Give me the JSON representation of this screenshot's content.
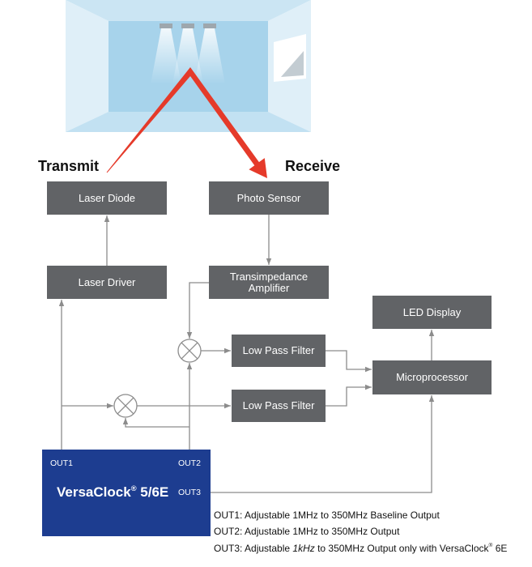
{
  "colors": {
    "block": "#616366",
    "block_text": "#ffffff",
    "clock": "#1d3d90",
    "beam": "#e53a2a",
    "connector": "#8c8c8c",
    "text": "#111111"
  },
  "labels": {
    "transmit": "Transmit",
    "receive": "Receive"
  },
  "blocks": {
    "laser_diode": "Laser Diode",
    "photo_sensor": "Photo Sensor",
    "laser_driver": "Laser Driver",
    "transimpedance_amplifier": {
      "line1": "Transimpedance",
      "line2": "Amplifier"
    },
    "led_display": "LED Display",
    "low_pass_filter_top": "Low Pass Filter",
    "low_pass_filter_bottom": "Low Pass Filter",
    "microprocessor": "Microprocessor"
  },
  "versaclock": {
    "out1": "OUT1",
    "out2": "OUT2",
    "out3": "OUT3",
    "name": "VersaClock",
    "mark": "®",
    "model": " 5/6E"
  },
  "notes": {
    "out1": "OUT1: Adjustable 1MHz to 350MHz Baseline Output",
    "out2": "OUT2: Adjustable 1MHz to 350MHz Output",
    "out3": {
      "prefix": "OUT3: Adjustable ",
      "italic": "1kHz",
      "middle": " to 350MHz Output only with VersaClock",
      "mark": "®",
      "suffix": " 6E"
    }
  },
  "icons": {
    "mixer": "mixer-icon",
    "light": "ceiling-light-icon",
    "window": "window-icon"
  }
}
